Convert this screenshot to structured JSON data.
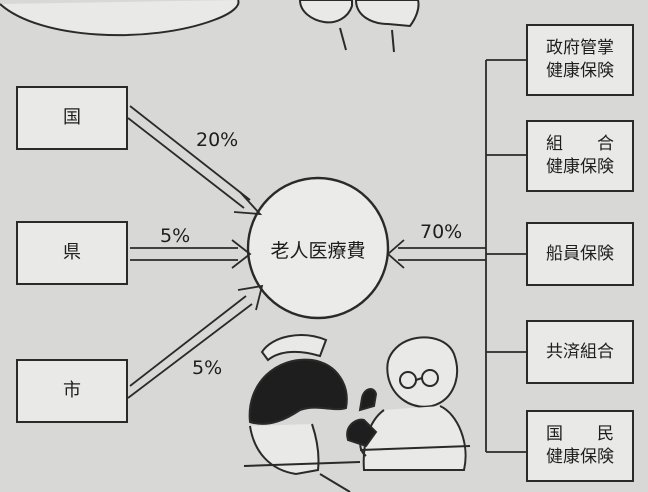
{
  "center": {
    "label": "老人医療費"
  },
  "sources": [
    {
      "label": "国",
      "percent": "20%"
    },
    {
      "label": "県",
      "percent": "5%"
    },
    {
      "label": "市",
      "percent": "5%"
    }
  ],
  "insurers_percent": "70%",
  "insurers": [
    {
      "line1": "政府管掌",
      "line2": "健康保険"
    },
    {
      "line1": "組　　合",
      "line2": "健康保険"
    },
    {
      "line1": "船員保険",
      "line2": ""
    },
    {
      "line1": "共済組合",
      "line2": ""
    },
    {
      "line1": "国　　民",
      "line2": "健康保険"
    }
  ],
  "colors": {
    "background": "#d8d8d6",
    "ink": "#2a2a2a",
    "box_fill": "#e9e9e7"
  }
}
